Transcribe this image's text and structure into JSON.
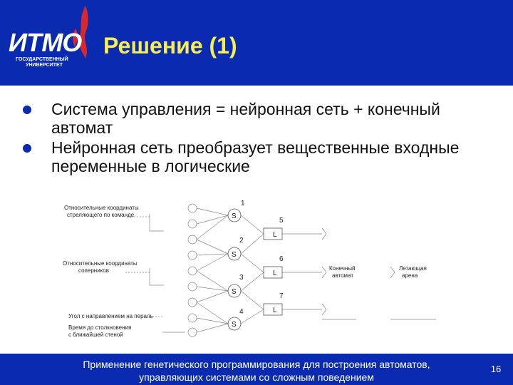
{
  "logo": {
    "word": "ИТМО",
    "subtitle_line1": "ГОСУДАРСТВЕННЫЙ",
    "subtitle_line2": "УНИВЕРСИТЕТ"
  },
  "title": "Решение (1)",
  "bullets": [
    {
      "text": "Система управления = нейронная сеть + конечный автомат"
    },
    {
      "text": "Нейронная сеть преобразует вещественные входные переменные в логические"
    }
  ],
  "diagram": {
    "input_labels": {
      "group1_line1": "Относительные координаты",
      "group1_line2": "стреляющего по команде",
      "group2_line1": "Относительные координаты",
      "group2_line2": "соперников",
      "group3": "Угол с направлением на пераль",
      "group4_line1": "Время до столкновения",
      "group4_line2": "с ближайшей стеной"
    },
    "s_nodes": [
      "S",
      "S",
      "S",
      "S"
    ],
    "s_numbers": [
      "1",
      "2",
      "3",
      "4"
    ],
    "l_nodes": [
      "L",
      "L",
      "L"
    ],
    "l_numbers": [
      "5",
      "6",
      "7"
    ],
    "automaton_line1": "Конечный",
    "automaton_line2": "автомат",
    "output_line1": "Летающая",
    "output_line2": "арена"
  },
  "footer": {
    "line1": "Применение генетического программирования для построения автоматов,",
    "line2": "управляющих системами со сложным поведением",
    "page": "16"
  },
  "colors": {
    "brand_blue": "#0a2bb0",
    "title_yellow": "#f7ef52",
    "logo_red": "#d8282e"
  }
}
